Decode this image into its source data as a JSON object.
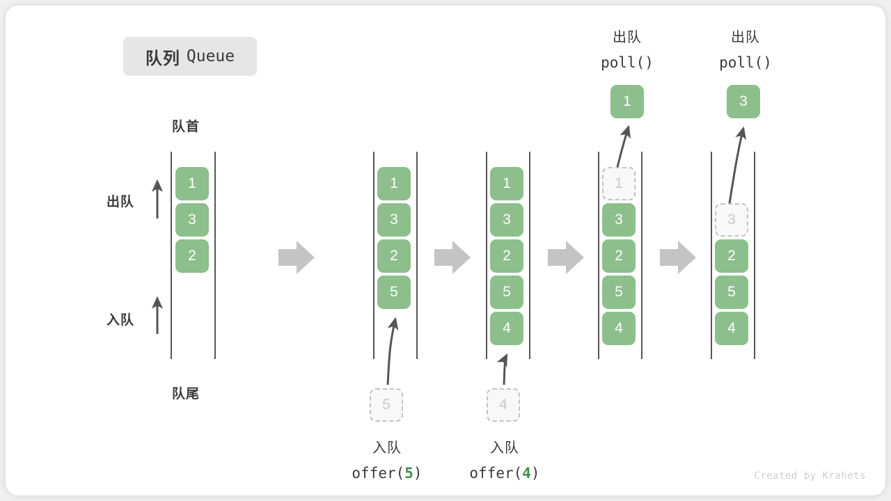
{
  "title": {
    "cn": "队列",
    "en": "Queue"
  },
  "labels": {
    "head": "队首",
    "tail": "队尾",
    "dequeue": "出队",
    "enqueue": "入队"
  },
  "watermark": "Created by Krahets",
  "colors": {
    "cell_fill": "#8cbf8c",
    "cell_text": "#ffffff",
    "ghost_fill": "#f8f8f8",
    "ghost_border": "#c2c2c2",
    "ghost_text": "#c8c8c8",
    "rail": "#555555",
    "arrow": "#555555",
    "block_arrow": "#c4c4c4",
    "badge_bg": "#e6e6e6",
    "text": "#3a3a3a",
    "accent_green": "#3f8f4f"
  },
  "columns": [
    {
      "name": "initial",
      "cells": [
        "1",
        "3",
        "2"
      ],
      "ghost_index": null
    },
    {
      "name": "after-offer-5",
      "cells": [
        "1",
        "3",
        "2",
        "5"
      ],
      "ghost_index": null
    },
    {
      "name": "after-offer-4",
      "cells": [
        "1",
        "3",
        "2",
        "5",
        "4"
      ],
      "ghost_index": null
    },
    {
      "name": "poll-1",
      "cells": [
        "1",
        "3",
        "2",
        "5",
        "4"
      ],
      "ghost_index": 0
    },
    {
      "name": "poll-3",
      "cells": [
        "3",
        "2",
        "5",
        "4"
      ],
      "ghost_index": 0
    }
  ],
  "operations": {
    "offer5": {
      "cn": "入队",
      "code_pre": "offer(",
      "code_num": "5",
      "code_post": ")",
      "ghost_value": "5"
    },
    "offer4": {
      "cn": "入队",
      "code_pre": "offer(",
      "code_num": "4",
      "code_post": ")",
      "ghost_value": "4"
    },
    "poll1": {
      "cn": "出队",
      "code": "poll()",
      "popped_value": "1"
    },
    "poll3": {
      "cn": "出队",
      "code": "poll()",
      "popped_value": "3"
    }
  }
}
